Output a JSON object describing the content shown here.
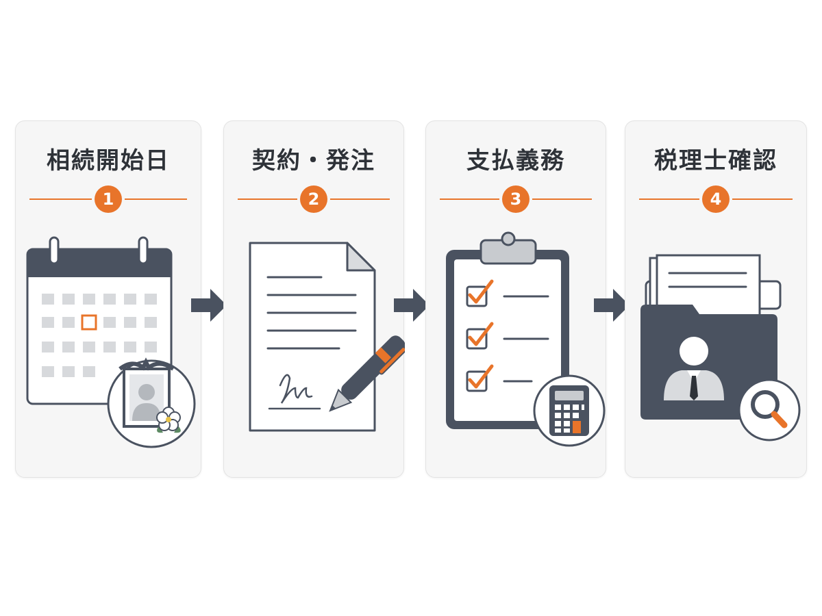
{
  "colors": {
    "accent": "#e8742a",
    "dark": "#4a5260",
    "card_bg": "#f6f6f6",
    "text": "#2e3238"
  },
  "steps": [
    {
      "number": "1",
      "title": "相続開始日",
      "icon": "calendar-memorial-icon"
    },
    {
      "number": "2",
      "title": "契約・発注",
      "icon": "contract-signature-icon"
    },
    {
      "number": "3",
      "title": "支払義務",
      "icon": "clipboard-checklist-calculator-icon"
    },
    {
      "number": "4",
      "title": "税理士確認",
      "icon": "folder-person-search-icon"
    }
  ],
  "connector_icon": "right-arrow-icon"
}
